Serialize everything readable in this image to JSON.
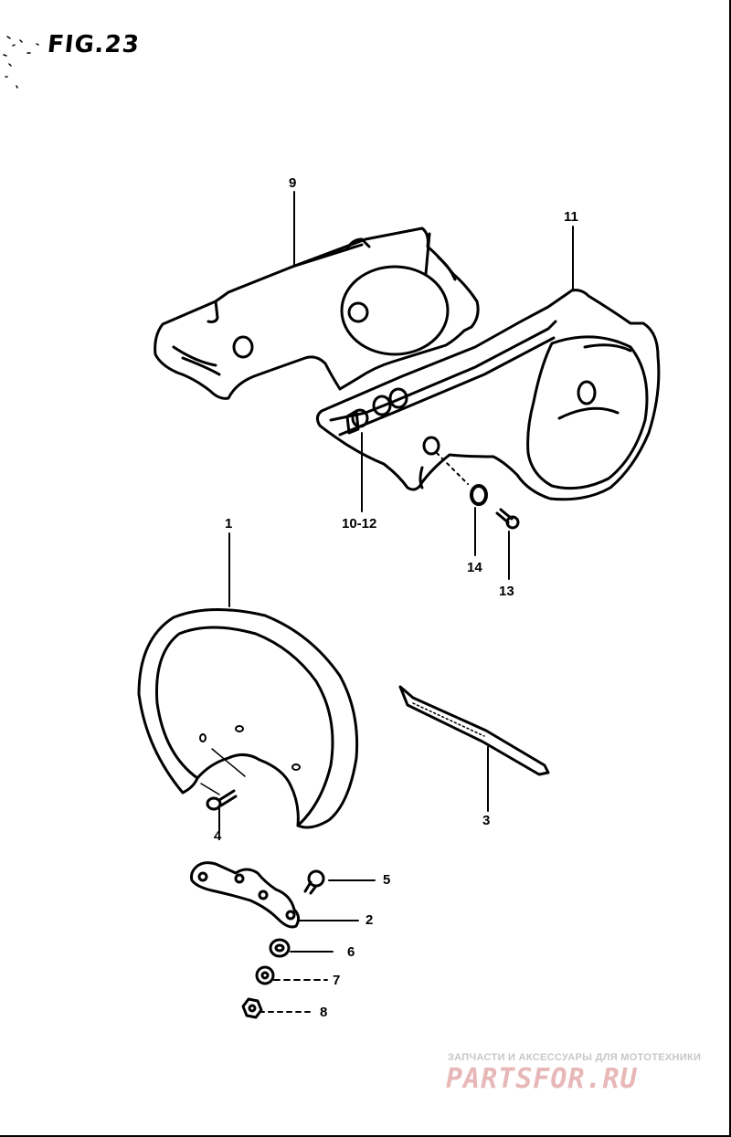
{
  "figure": {
    "title": "FIG.23"
  },
  "callouts": {
    "p1": "1",
    "p2": "2",
    "p3": "3",
    "p4": "4",
    "p5": "5",
    "p6": "6",
    "p7": "7",
    "p8": "8",
    "p9": "9",
    "p10_12": "10-12",
    "p11": "11",
    "p13": "13",
    "p14": "14"
  },
  "watermark": {
    "tagline": "ЗАПЧАСТИ И АКСЕССУАРЫ ДЛЯ МОТОТЕХНИКИ",
    "brand": "PARTSFOR.RU",
    "brand_color": "#e8b8b8",
    "tagline_color": "#c7c7c7"
  }
}
